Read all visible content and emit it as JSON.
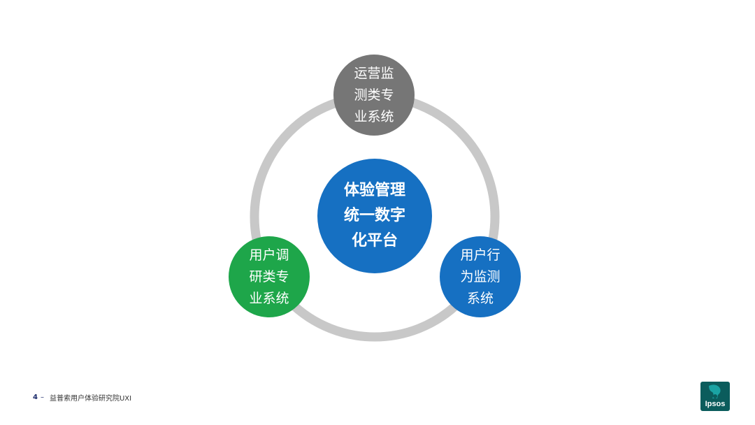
{
  "diagram": {
    "center": {
      "lines": [
        "体验管理",
        "统一数字",
        "化平台"
      ],
      "color": "#1670c2"
    },
    "top": {
      "lines": [
        "运营监",
        "测类专",
        "业系统"
      ],
      "color": "#767676"
    },
    "left": {
      "lines": [
        "用户调",
        "研类专",
        "业系统"
      ],
      "color": "#1ea64a"
    },
    "right": {
      "lines": [
        "用户行",
        "为监测",
        "系统"
      ],
      "color": "#1670c2"
    },
    "ring_color": "#c8c8c8"
  },
  "footer": {
    "page_number": "4",
    "dash": "–",
    "text": "益普索用户体验研究院UXI"
  },
  "logo": {
    "text": "Ipsos",
    "color": "#0b5c5c"
  }
}
